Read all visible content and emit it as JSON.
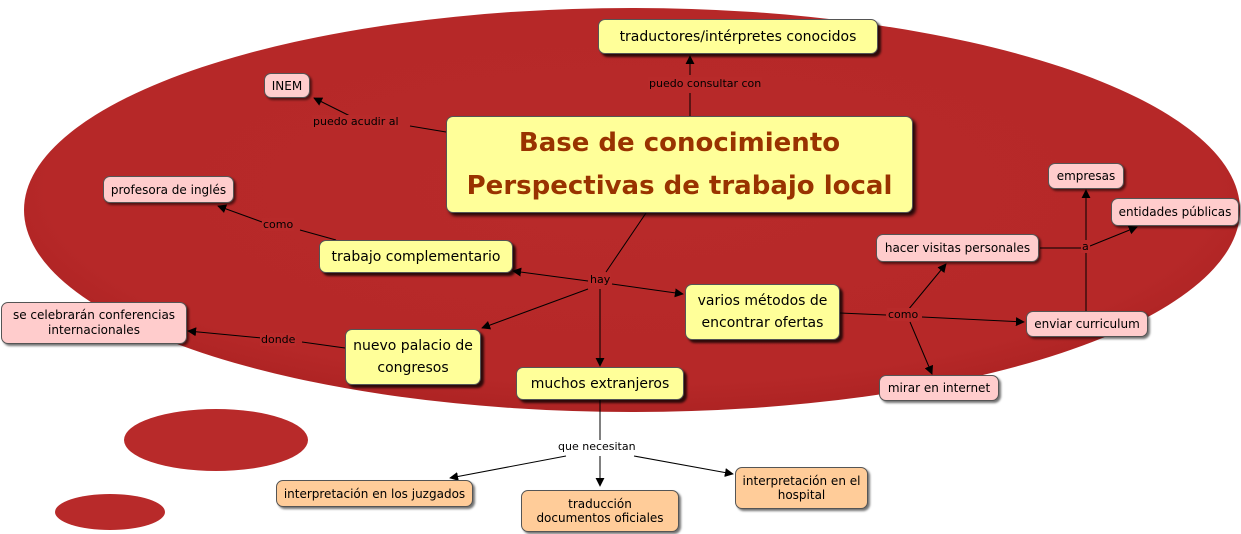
{
  "title": {
    "line1": "Base de conocimiento",
    "line2": "Perspectivas de trabajo local"
  },
  "concepts": {
    "traductores": "traductores/intérpretes conocidos",
    "inem": "INEM",
    "profesora": "profesora de inglés",
    "trabajo_complementario": "trabajo complementario",
    "conferencias": "se celebrarán conferencias internacionales",
    "palacio": "nuevo palacio de congresos",
    "extranjeros": "muchos extranjeros",
    "metodos": "varios métodos de encontrar ofertas",
    "visitas": "hacer visitas personales",
    "curriculum": "enviar curriculum",
    "internet": "mirar en internet",
    "empresas": "empresas",
    "entidades": "entidades públicas",
    "juzgados": "interpretación en los juzgados",
    "traduccion": "traducción documentos oficiales",
    "hospital": "interpretación en el hospital"
  },
  "links": {
    "consultar": "puedo consultar con",
    "acudir": "puedo acudir al",
    "como1": "como",
    "hay": "hay",
    "donde": "donde",
    "como2": "como",
    "a": "a",
    "necesitan": "que necesitan"
  },
  "colors": {
    "cloud": "#b82a2a",
    "title_fill": "#ffff99",
    "title_text": "#993300",
    "main_fill": "#ffff99",
    "pink_fill": "#ffcccc",
    "peach_fill": "#ffcc99"
  }
}
